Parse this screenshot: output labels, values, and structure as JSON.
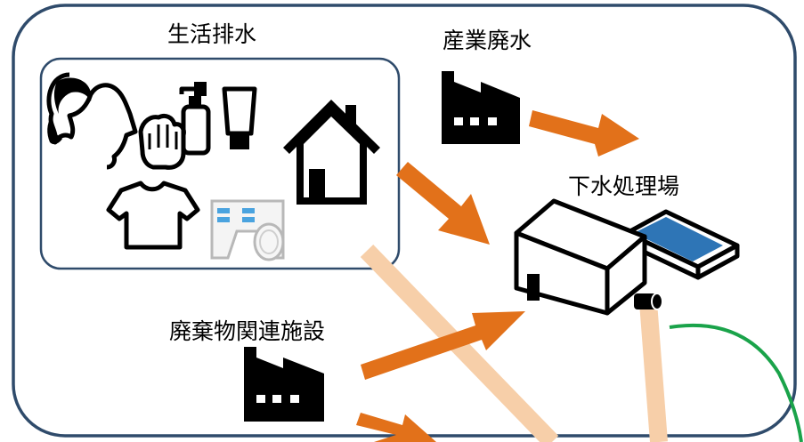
{
  "labels": {
    "domestic": "生活排水",
    "industrial": "産業廃水",
    "plant": "下水処理場",
    "waste_facility": "廃棄物関連施設"
  },
  "colors": {
    "frame": "#2f4b6b",
    "arrow": "#e2711a",
    "pipe": "#f7cfa9",
    "green_pipe": "#1aa34a",
    "tank_water": "#2e75b6",
    "icon": "#000000",
    "diaper_blue": "#4aa3df"
  },
  "icons": [
    "woman-washing-face-icon",
    "pump-bottle-icon",
    "tube-icon",
    "house-icon",
    "tshirt-icon",
    "diaper-icon",
    "factory-icon",
    "treatment-plant-icon"
  ]
}
